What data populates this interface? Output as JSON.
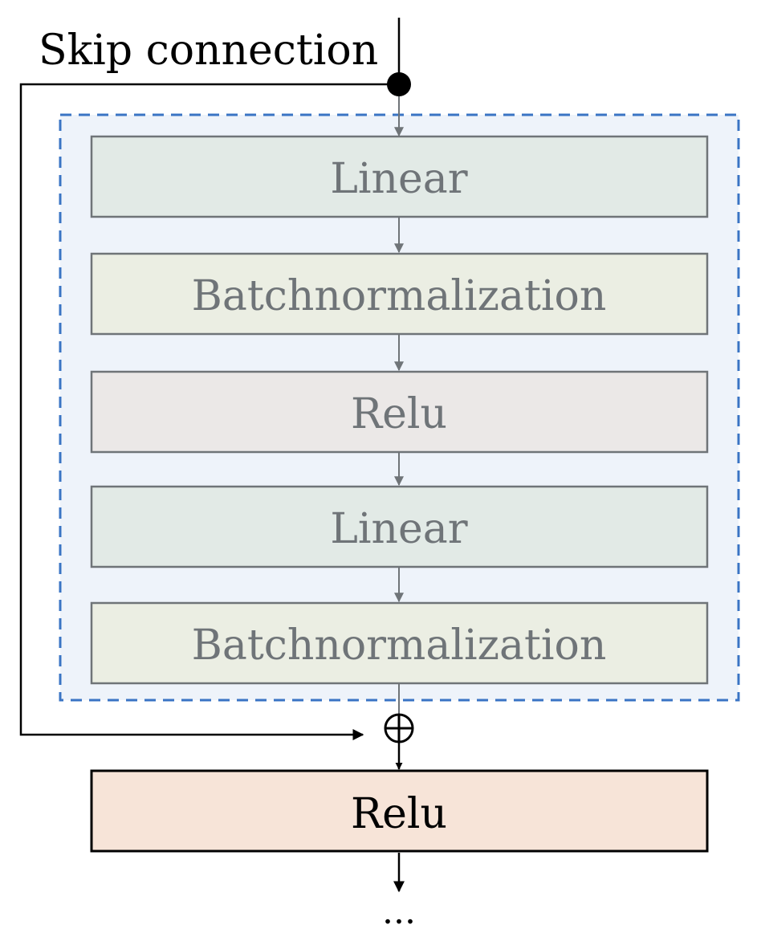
{
  "skip_label": "Skip connection",
  "blocks": [
    {
      "label": "Linear",
      "fill": "#e2eae6",
      "stroke": "#6f7478",
      "text_color": "#6f7478"
    },
    {
      "label": "Batchnormalization",
      "fill": "#ebeee3",
      "stroke": "#6f7478",
      "text_color": "#6f7478"
    },
    {
      "label": "Relu",
      "fill": "#ebe8e7",
      "stroke": "#6f7478",
      "text_color": "#6f7478"
    },
    {
      "label": "Linear",
      "fill": "#e2eae6",
      "stroke": "#6f7478",
      "text_color": "#6f7478"
    },
    {
      "label": "Batchnormalization",
      "fill": "#ebeee3",
      "stroke": "#6f7478",
      "text_color": "#6f7478"
    }
  ],
  "output_block": {
    "label": "Relu",
    "fill": "#f7e4d8",
    "stroke": "#000000",
    "text_color": "#000000"
  },
  "residual_container": {
    "fill": "#eef3fa",
    "border_color": "#3a74c4"
  },
  "sum_symbol": "⊕",
  "continuation": "...",
  "colors": {
    "main_line": "#000000",
    "inner_line": "#6f7478"
  }
}
